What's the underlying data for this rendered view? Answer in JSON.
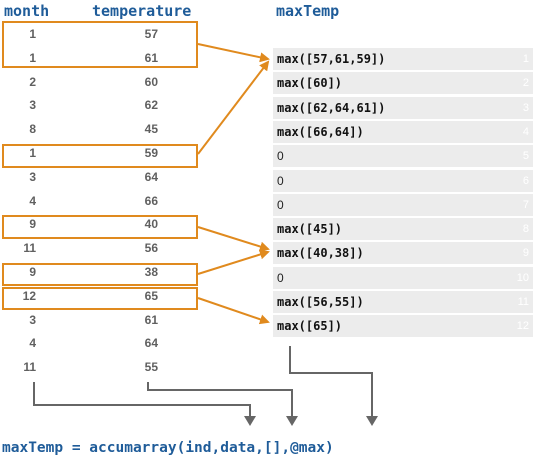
{
  "headers": {
    "month": "month",
    "temperature": "temperature",
    "output": "maxTemp"
  },
  "rows": [
    {
      "month": "1",
      "temperature": "57"
    },
    {
      "month": "1",
      "temperature": "61"
    },
    {
      "month": "2",
      "temperature": "60"
    },
    {
      "month": "3",
      "temperature": "62"
    },
    {
      "month": "8",
      "temperature": "45"
    },
    {
      "month": "1",
      "temperature": "59"
    },
    {
      "month": "3",
      "temperature": "64"
    },
    {
      "month": "4",
      "temperature": "66"
    },
    {
      "month": "9",
      "temperature": "40"
    },
    {
      "month": "11",
      "temperature": "56"
    },
    {
      "month": "9",
      "temperature": "38"
    },
    {
      "month": "12",
      "temperature": "65"
    },
    {
      "month": "3",
      "temperature": "61"
    },
    {
      "month": "4",
      "temperature": "64"
    },
    {
      "month": "11",
      "temperature": "55"
    }
  ],
  "outputs": [
    {
      "expr": "max([57,61,59])",
      "index": "1"
    },
    {
      "expr": "max([60])",
      "index": "2"
    },
    {
      "expr": "max([62,64,61])",
      "index": "3"
    },
    {
      "expr": "max([66,64])",
      "index": "4"
    },
    {
      "expr": "0",
      "index": "5"
    },
    {
      "expr": "0",
      "index": "6"
    },
    {
      "expr": "0",
      "index": "7"
    },
    {
      "expr": "max([45])",
      "index": "8"
    },
    {
      "expr": "max([40,38])",
      "index": "9"
    },
    {
      "expr": "0",
      "index": "10"
    },
    {
      "expr": "max([56,55])",
      "index": "11"
    },
    {
      "expr": "max([65])",
      "index": "12"
    }
  ],
  "code": "maxTemp = accumarray(ind,data,[],@max)",
  "colors": {
    "highlight": "#e08a1e",
    "header": "#1f5c99",
    "connector": "#666666",
    "cell": "#ececec"
  }
}
